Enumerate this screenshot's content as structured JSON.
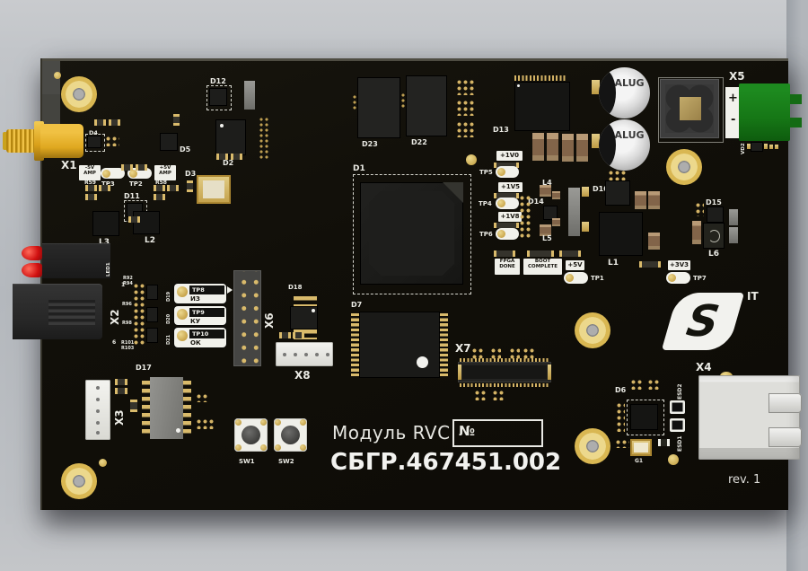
{
  "board": {
    "module_name": "Модуль RVC",
    "serial_prefix": "№",
    "doc_number": "СБГР.467451.002",
    "revision": "rev. 1"
  },
  "logo": {
    "letter": "S",
    "suffix": "IT"
  },
  "refdes": {
    "x1": "X1",
    "x2": "X2",
    "x3": "X3",
    "x4": "X4",
    "x5": "X5",
    "x6": "X6",
    "x7": "X7",
    "x8": "X8",
    "d1": "D1",
    "d2": "D2",
    "d3": "D3",
    "d4": "D4",
    "d5": "D5",
    "d6": "D6",
    "d7": "D7",
    "d10": "D10",
    "d11": "D11",
    "d12": "D12",
    "d13": "D13",
    "d14": "D14",
    "d15": "D15",
    "d17": "D17",
    "d18": "D18",
    "d19": "D19",
    "d20": "D20",
    "d21": "D21",
    "d22": "D22",
    "d23": "D23",
    "l1": "L1",
    "l2": "L2",
    "l3": "L3",
    "l4": "L4",
    "l5": "L5",
    "l6": "L6",
    "r58": "R58",
    "r59": "R59",
    "r92": "R92",
    "r94": "R94",
    "r96": "R96",
    "r98": "R98",
    "r101": "R101",
    "r103": "R103",
    "led1": "LED1",
    "sw1": "SW1",
    "sw2": "SW2",
    "g1": "G1",
    "vd2": "VD2",
    "esd1": "ESD1",
    "esd2": "ESD2"
  },
  "testpoints": {
    "tp1": "TP1",
    "tp2": "TP2",
    "tp3": "TP3",
    "tp4": "TP4",
    "tp5": "TP5",
    "tp6": "TP6",
    "tp7": "TP7",
    "tp8": "TP8",
    "tp9": "TP9",
    "tp10": "TP10",
    "tp8_function": "ИЗ",
    "tp9_function": "КУ",
    "tp10_function": "ОК"
  },
  "power_labels": {
    "neg5v_amp_line1": "-5V",
    "neg5v_amp_line2": "AMP",
    "pos5v_amp_line1": "+5V",
    "pos5v_amp_line2": "AMP",
    "rail_1v0": "+1V0",
    "rail_1v5": "+1V5",
    "rail_1v8": "+1V8",
    "rail_5v": "+5V",
    "rail_3v3": "+3V3"
  },
  "status_labels": {
    "fpga_done_line1": "FPGA",
    "fpga_done_line2": "DONE",
    "boot_complete_line1": "BOOT",
    "boot_complete_line2": "COMPLETE"
  },
  "capacitor_marking": {
    "line1": "ALU",
    "line2": "G"
  },
  "connector_marks": {
    "x5_plus": "+",
    "x5_minus": "-",
    "x2_pin1": "1",
    "x2_pin6": "6"
  }
}
